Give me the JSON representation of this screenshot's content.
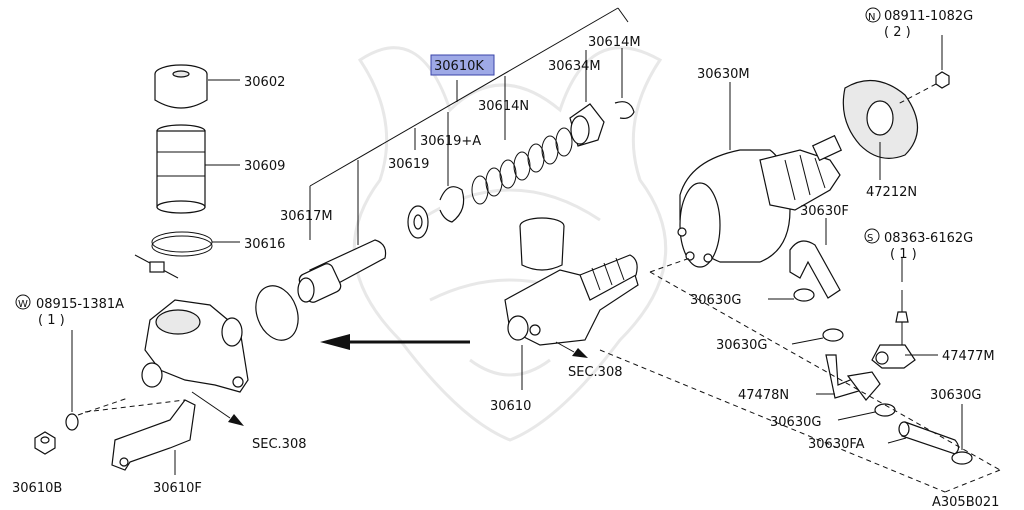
{
  "diagram": {
    "highlighted_part": "30610K",
    "part_labels": {
      "p30602": "30602",
      "p30609": "30609",
      "p30616": "30616",
      "p30617M": "30617M",
      "p30610K": "30610K",
      "p30614M": "30614M",
      "p30634M": "30634M",
      "p30614N": "30614N",
      "p30619A": "30619+A",
      "p30619": "30619",
      "p30630M": "30630M",
      "p30630F": "30630F",
      "p47212N": "47212N",
      "p30630G_1": "30630G",
      "p30630G_2": "30630G",
      "p30630G_3": "30630G",
      "p30630G_4": "30630G",
      "p47477M": "47477M",
      "p47478N": "47478N",
      "p30630FA": "30630FA",
      "p30610": "30610",
      "p30610B": "30610B",
      "p30610F": "30610F"
    },
    "fastener_labels": {
      "n_prefix": "N",
      "n_part": "08911-1082G",
      "n_qty": "( 2 )",
      "s_prefix": "S",
      "s_part": "08363-6162G",
      "s_qty": "( 1 )",
      "w_prefix": "W",
      "w_part": "08915-1381A",
      "w_qty": "( 1 )"
    },
    "section_refs": {
      "sec_a": "SEC.308",
      "sec_b": "SEC.308"
    },
    "figure_code": "A305B021"
  }
}
